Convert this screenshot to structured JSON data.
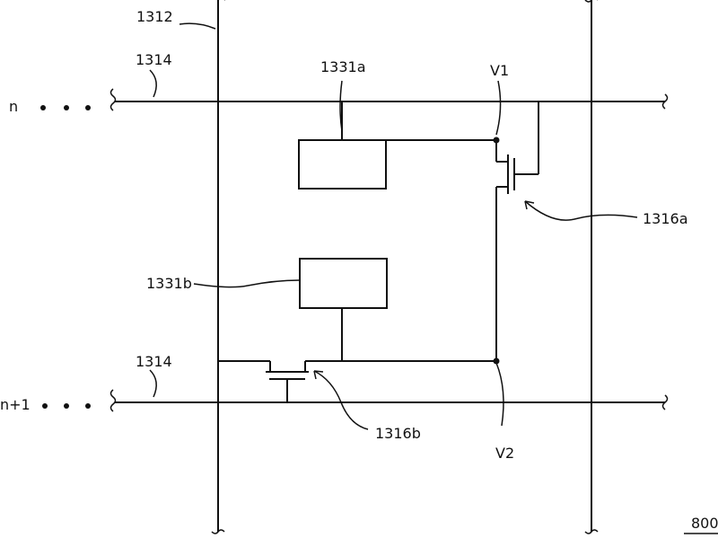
{
  "labels": {
    "data_line": "1312",
    "scan_line_top": "1314",
    "scan_line_bottom": "1314",
    "element_a": "1331a",
    "element_b": "1331b",
    "transistor_a": "1316a",
    "transistor_b": "1316b",
    "node_v1": "V1",
    "node_v2": "V2",
    "row_n": "n",
    "row_n1": "n+1",
    "figure_number": "800"
  }
}
